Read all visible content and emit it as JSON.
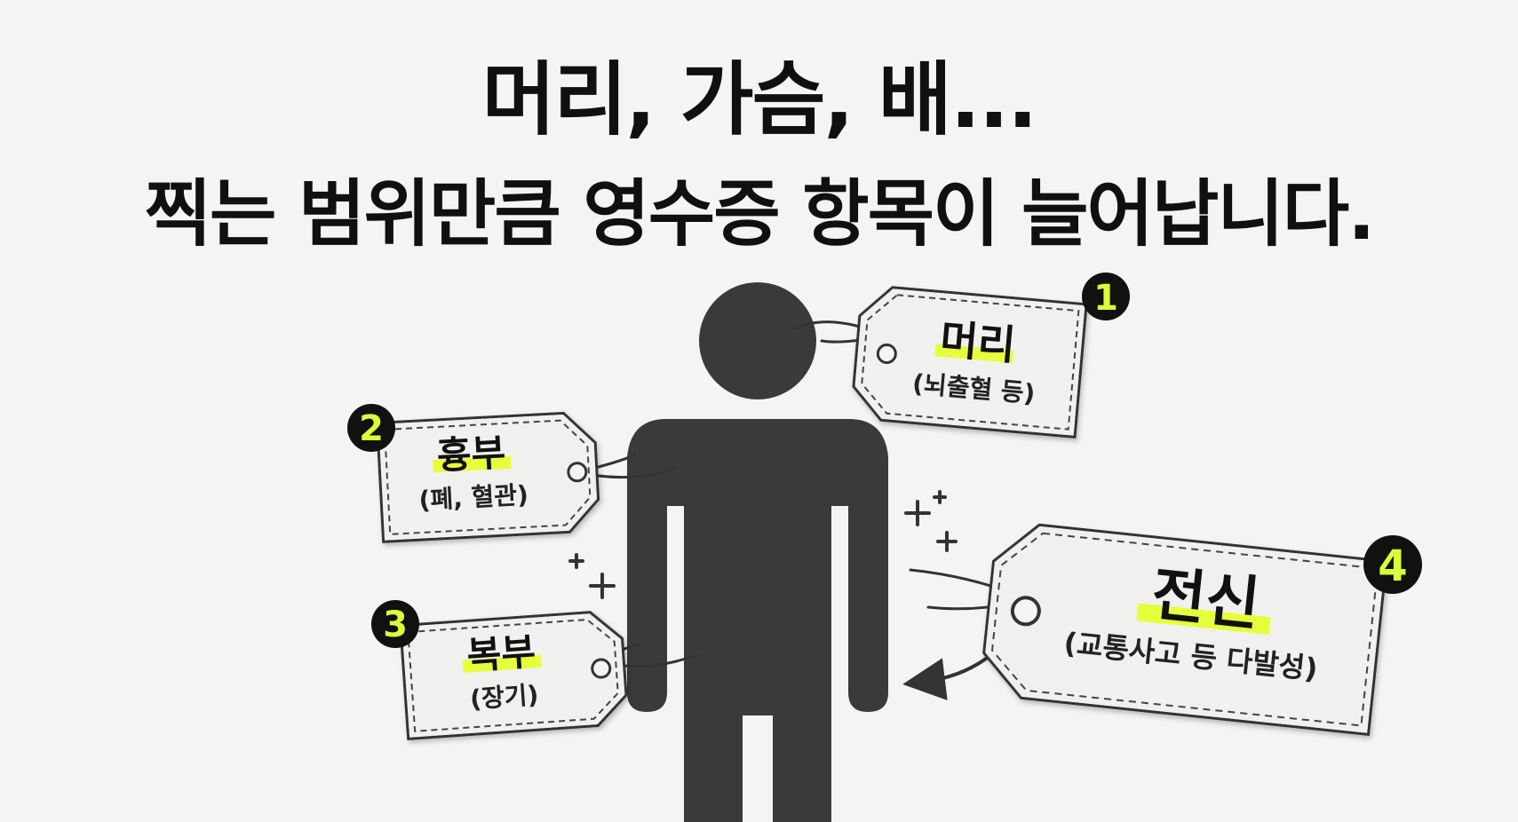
{
  "headline": {
    "line1": "머리, 가슴, 배...",
    "line2": "찍는 범위만큼 영수증 항목이 늘어납니다."
  },
  "colors": {
    "background": "#f4f4f2",
    "figure": "#3a3a3a",
    "highlight": "#e6ff3a",
    "badge": "#111111",
    "tag": "#f0f0ee"
  },
  "tags": [
    {
      "number": "1",
      "title": "머리",
      "subtitle": "(뇌출혈 등)"
    },
    {
      "number": "2",
      "title": "흉부",
      "subtitle": "(폐, 혈관)"
    },
    {
      "number": "3",
      "title": "복부",
      "subtitle": "(장기)"
    },
    {
      "number": "4",
      "title": "전신",
      "subtitle": "(교통사고 등 다발성)"
    }
  ]
}
